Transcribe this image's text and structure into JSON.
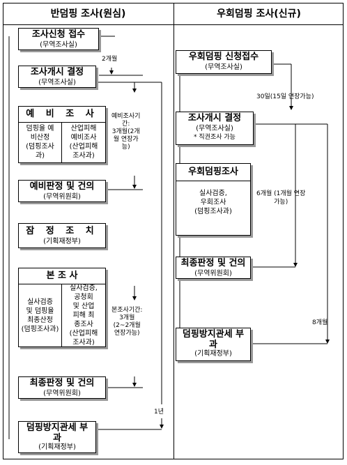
{
  "headers": {
    "left": "반덤핑 조사(원심)",
    "right": "우회덤핑 조사(신규)"
  },
  "left": {
    "step1": {
      "title": "조사신청 접수",
      "sub": "(무역조사실)"
    },
    "gap1": "2개월",
    "step2": {
      "title": "조사개시 결정",
      "sub": "(무역조사실)"
    },
    "step3": {
      "title": "예  비  조  사",
      "col1": [
        "덤핑율 예",
        "비산정",
        "(덤핑조사",
        "과)"
      ],
      "col2": [
        "산업피해",
        "예비조사",
        "(산업피해",
        "조사과)"
      ]
    },
    "prelim_period": [
      "예비조사기",
      "간:",
      "3개월(2개",
      "월 연장가",
      "능)"
    ],
    "step4": {
      "title": "예비판정 및 건의",
      "sub": "(무역위원회)"
    },
    "step5": {
      "title": "잠  정  조  치",
      "sub": "(기획재정부)"
    },
    "step6": {
      "title": "본   조   사",
      "col1": [
        "실사검증",
        "및 덤핑율",
        "최종산정",
        "(덤핑조사과)"
      ],
      "col2": [
        "실사검증,",
        "공청회",
        "및 산업",
        "피해 최",
        "종조사",
        "(산업피해",
        "조사과)"
      ]
    },
    "main_period": [
      "본조사기간:",
      "3개월",
      "(2~2개월",
      "연장가능)"
    ],
    "step7": {
      "title": "최종판정 및 건의",
      "sub": "(무역위원회)"
    },
    "total": "1년",
    "step8": {
      "title": "덤핑방지관세 부",
      "title2": "과",
      "sub": "(기획재정부)"
    }
  },
  "right": {
    "step1": {
      "title": "우회덤핑 신청접수",
      "sub": "(무역조사실)"
    },
    "gap1": "30일(15일 연장가능)",
    "step2": {
      "title": "조사개시 결정",
      "sub": "(무역조사실)",
      "note": "* 직권조사 가능"
    },
    "step3": {
      "title": "우회덤핑조사",
      "body": [
        "실사검증,",
        "우회조사",
        "(덤핑조사과)"
      ]
    },
    "period": [
      "6개월 (1개월 연장",
      "가능)"
    ],
    "step4": {
      "title": "최종판정 및 건의",
      "sub": "(무역위원회)"
    },
    "total": "8개월",
    "step5": {
      "title": "덤핑방지관세 부",
      "title2": "과",
      "sub": "(기획재정부)"
    }
  }
}
